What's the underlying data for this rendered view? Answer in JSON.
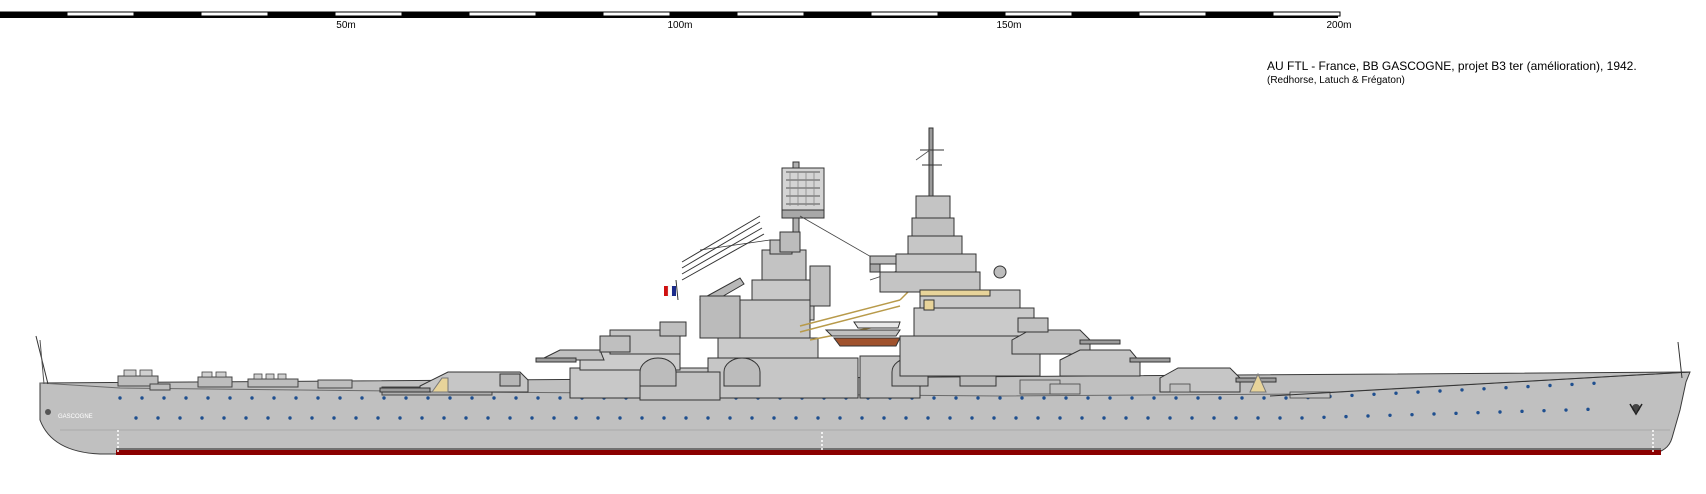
{
  "scale": {
    "ticks": [
      "50m",
      "100m",
      "150m",
      "200m"
    ]
  },
  "caption": {
    "title": "AU FTL - France, BB GASCOGNE, projet B3 ter (amélioration), 1942.",
    "credit": "(Redhorse, Latuch & Frégaton)"
  },
  "ship": {
    "hull_name": "GASCOGNE"
  },
  "colors": {
    "hull_gray": "#c0c0c0",
    "deck_gray": "#b4b4b4",
    "superstructure_gray": "#cccccc",
    "outline": "#3a3a3a",
    "boot_top": "#8b0000",
    "porthole": "#1f4f8f",
    "tan_canvas": "#e8d49a",
    "boat_wood": "#a0522d",
    "flag_blue": "#1a2a8a",
    "flag_red": "#d01010"
  }
}
